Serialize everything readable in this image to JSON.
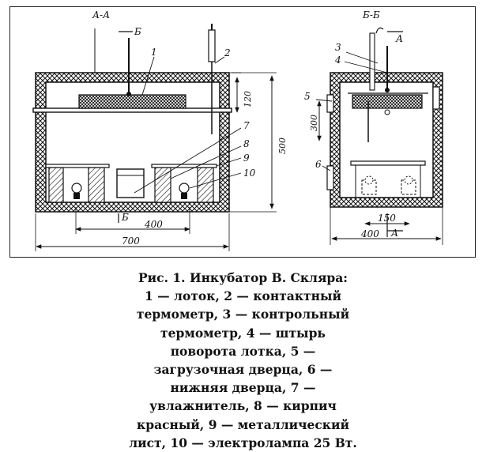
{
  "drawing": {
    "section_aa": "А-А",
    "section_bb": "Б-Б",
    "mark_b": "Б",
    "mark_a": "А",
    "callouts": [
      "1",
      "2",
      "3",
      "4",
      "5",
      "6",
      "7",
      "8",
      "9",
      "10"
    ],
    "dims": {
      "d120": "120",
      "d500": "500",
      "d400_inner": "400",
      "d700": "700",
      "d300": "300",
      "d150": "150",
      "d400_side": "400"
    }
  },
  "caption": {
    "lines": [
      "Рис. 1. Инкубатор В. Скляра:",
      "1 — лоток,      2 — контактный",
      "термометр,     3 — контрольный",
      "термометр, 4 — штырь",
      "поворота лотка, 5 —",
      "загрузочная дверца, 6 —",
      "нижняя дверца, 7 —",
      "увлажнитель, 8 — кирпич",
      "красный,      9 — металлический",
      "лист, 10 — электролампа 25 Вт."
    ]
  }
}
